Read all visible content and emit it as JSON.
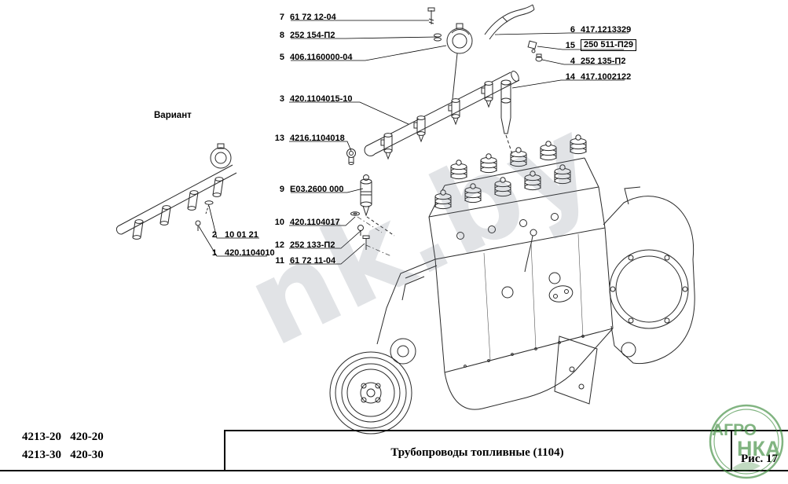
{
  "page": {
    "variant_label": "Вариант",
    "watermark": "nk.by"
  },
  "callouts": [
    {
      "num": "7",
      "part": "61 72 12-04"
    },
    {
      "num": "8",
      "part": "252 154-П2"
    },
    {
      "num": "5",
      "part": "406.1160000-04"
    },
    {
      "num": "3",
      "part": "420.1104015-10"
    },
    {
      "num": "13",
      "part": "4216.1104018"
    },
    {
      "num": "9",
      "part": "Е03.2600 000"
    },
    {
      "num": "10",
      "part": "420.1104017"
    },
    {
      "num": "12",
      "part": "252 133-П2"
    },
    {
      "num": "11",
      "part": "61 72 11-04"
    },
    {
      "num": "6",
      "part": "417.1213329"
    },
    {
      "num": "15",
      "part": "250 511-П29"
    },
    {
      "num": "4",
      "part": "252 135-П2"
    },
    {
      "num": "14",
      "part": "417.1002122"
    },
    {
      "num": "2",
      "part": "10 01 21"
    },
    {
      "num": "1",
      "part": "420.1104010"
    }
  ],
  "footer": {
    "models": [
      "4213-20   420-20",
      "4213-30   420-30"
    ],
    "title": "Трубопроводы топливные (1104)",
    "figure": "Рис. 17"
  },
  "logo": {
    "line1": "АГРО",
    "line2": "НКА"
  }
}
